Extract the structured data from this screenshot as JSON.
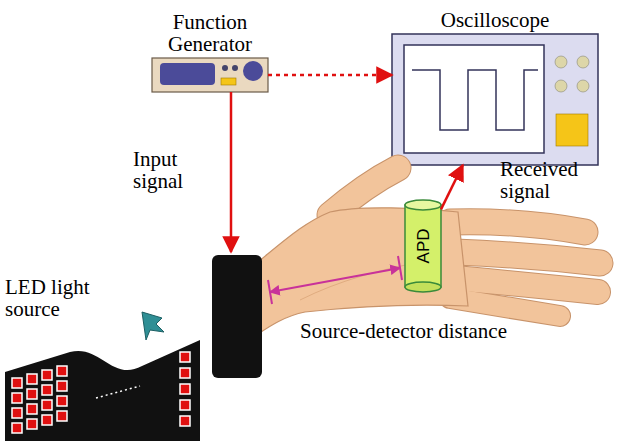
{
  "diagram": {
    "nodes": [
      {
        "text": [
          "Function Generator"
        ]
      },
      {
        "text": [
          "Oscilloscope"
        ]
      },
      {
        "text": [
          "APD"
        ]
      },
      {
        "text": [
          "LED light source"
        ]
      }
    ],
    "edges": [
      {
        "from": 0,
        "to": 1,
        "arrow": "to"
      },
      {
        "from": 2,
        "to": 1,
        "arrow": "to"
      }
    ],
    "labels": [
      "Input signal",
      "Received signal",
      "Source-detector distance"
    ]
  }
}
